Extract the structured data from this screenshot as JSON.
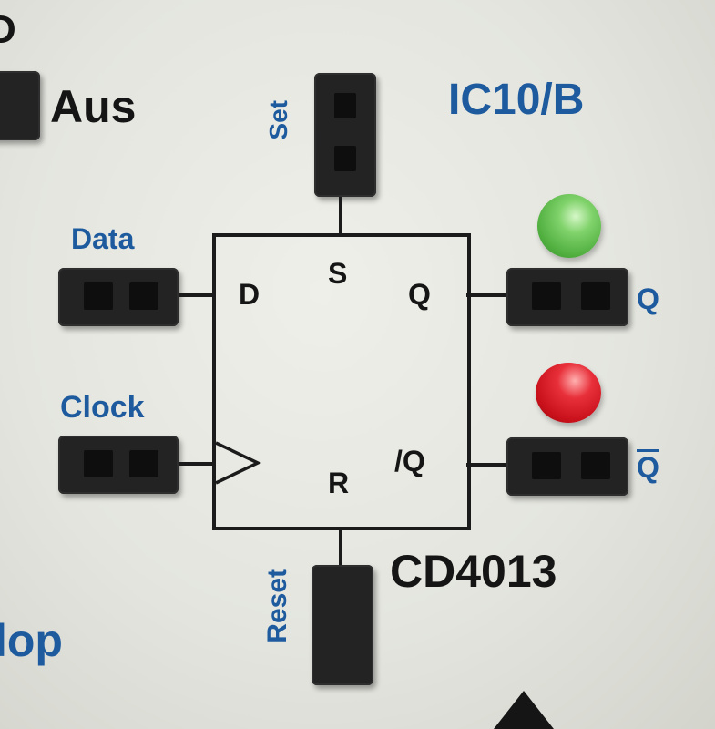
{
  "board": {
    "ic_label": "IC10/B",
    "chip_label": "CD4013",
    "top_left_fragment": "D",
    "aus_label": "Aus",
    "bottom_left_fragment": "lop"
  },
  "inputs": {
    "set": "Set",
    "data": "Data",
    "clock": "Clock",
    "reset": "Reset"
  },
  "outputs": {
    "q": "Q",
    "q_bar": "Q"
  },
  "flipflop": {
    "pin_d": "D",
    "pin_s": "S",
    "pin_q": "Q",
    "pin_r": "R",
    "pin_qbar": "/Q"
  },
  "colors": {
    "label_blue": "#1d5a9e",
    "led_green": "#57c24a",
    "led_red": "#d8141c",
    "socket": "#232323"
  }
}
